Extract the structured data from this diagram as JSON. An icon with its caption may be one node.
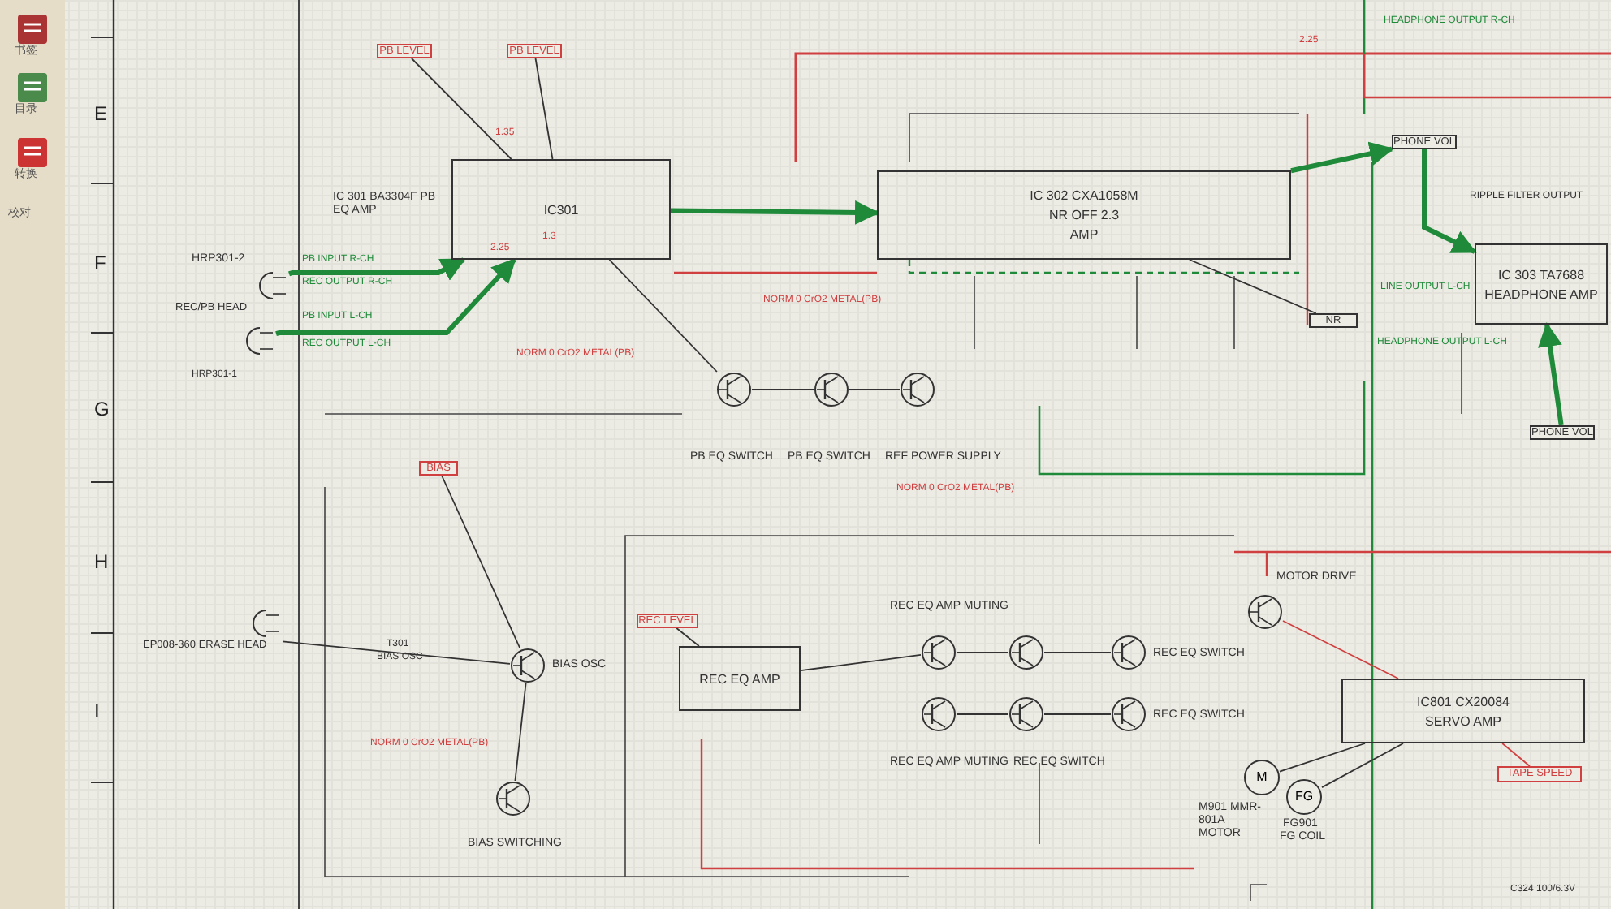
{
  "diagram": {
    "nodes": [
      {
        "text": [
          "PB LEVEL"
        ]
      },
      {
        "text": [
          "PB LEVEL"
        ]
      },
      {
        "text": [
          "IC301"
        ],
        "beside": [
          "IC 301 BA3304F PB EQ AMP"
        ]
      },
      {
        "text": [
          "IC 302 CXA1058M",
          "NR OFF 2.3",
          "AMP"
        ]
      },
      {
        "text": [
          "IC 303 TA7688",
          "HEADPHONE AMP"
        ]
      },
      {
        "text": [
          "REC/PB HEAD"
        ],
        "beside": [
          "HRP301-2"
        ]
      },
      {
        "text": [],
        "shape": "picture"
      },
      {
        "text": [
          "EP008-360 ERASE HEAD"
        ]
      },
      {
        "text": [
          "PB EQ SWITCH"
        ]
      },
      {
        "text": [
          "PB EQ SWITCH"
        ]
      },
      {
        "text": [
          "REF POWER SUPPLY"
        ]
      },
      {
        "text": [
          "BIAS OSC"
        ]
      },
      {
        "text": [
          "BIAS SWITCHING"
        ]
      },
      {
        "text": [
          "REC EQ AMP"
        ]
      },
      {
        "text": [
          "REC EQ AMP MUTING"
        ]
      },
      {
        "text": [
          "REC EQ AMP MUTING"
        ]
      },
      {
        "text": [],
        "shape": "circle"
      },
      {
        "text": [
          "REC EQ SWITCH"
        ]
      },
      {
        "text": [
          "REC EQ SWITCH"
        ]
      },
      {
        "text": [
          "REC EQ SWITCH"
        ]
      },
      {
        "text": [
          "MOTOR DRIVE"
        ]
      },
      {
        "text": [
          "IC801 CX20084",
          "SERVO AMP"
        ]
      },
      {
        "text": [
          "M"
        ],
        "beside": [
          "M901 MMR-801A MOTOR"
        ]
      },
      {
        "text": [
          "FG"
        ],
        "beside": [
          "FG901",
          "FG COIL"
        ]
      },
      {
        "text": [
          "TAPE SPEED"
        ]
      },
      {
        "text": [
          "PHONE VOL"
        ]
      },
      {
        "text": [
          "PHONE VOL"
        ]
      },
      {
        "text": [
          "NR"
        ]
      },
      {
        "text": [
          "BIAS"
        ]
      },
      {
        "text": [
          "REC LEVEL"
        ]
      }
    ],
    "edges": [
      {
        "from": 5,
        "to": 2,
        "arrow": "to",
        "style": "thick",
        "color": "#1f8a3a"
      },
      {
        "from": 2,
        "to": 3,
        "arrow": "to",
        "style": "thick",
        "color": "#1f8a3a"
      },
      {
        "from": 3,
        "to": 25,
        "arrow": "to",
        "style": "thick",
        "color": "#1f8a3a"
      },
      {
        "from": 25,
        "to": 4,
        "arrow": "to",
        "style": "thick",
        "color": "#1f8a3a"
      },
      {
        "from": 26,
        "to": 4,
        "arrow": "to",
        "style": "thick",
        "color": "#1f8a3a"
      },
      {
        "from": 27,
        "to": 3,
        "arrow": "none"
      },
      {
        "from": 6,
        "to": 2,
        "arrow": "to",
        "style": "thick",
        "color": "#1f8a3a"
      },
      {
        "from": 7,
        "to": 11,
        "arrow": "none"
      },
      {
        "from": 11,
        "to": 12,
        "arrow": "none"
      },
      {
        "from": 2,
        "to": 8,
        "arrow": "none"
      },
      {
        "from": 8,
        "to": 9,
        "arrow": "none"
      },
      {
        "from": 9,
        "to": 10,
        "arrow": "none"
      },
      {
        "from": 13,
        "to": 14,
        "arrow": "none"
      },
      {
        "from": 14,
        "to": 16,
        "arrow": "none"
      },
      {
        "from": 16,
        "to": 18,
        "arrow": "none"
      },
      {
        "from": 15,
        "to": 17,
        "arrow": "none"
      },
      {
        "from": 17,
        "to": 19,
        "arrow": "none"
      },
      {
        "from": 20,
        "to": 21,
        "arrow": "none",
        "color": "#d04040"
      },
      {
        "from": 22,
        "to": 21,
        "arrow": "none"
      },
      {
        "from": 23,
        "to": 21,
        "arrow": "none"
      },
      {
        "from": 24,
        "to": 21,
        "arrow": "none",
        "color": "#d04040"
      },
      {
        "from": 28,
        "to": 11,
        "arrow": "none"
      },
      {
        "from": 29,
        "to": 13,
        "arrow": "none"
      },
      {
        "from": 0,
        "to": 2,
        "arrow": "none"
      },
      {
        "from": 1,
        "to": 2,
        "arrow": "none"
      }
    ],
    "labels": [
      "书签",
      "目录",
      "转换",
      "校对",
      "E",
      "F",
      "G",
      "H",
      "I",
      "1.35",
      "1.3",
      "2.25",
      "2.25",
      "PB INPUT R-CH",
      "REC OUTPUT R-CH",
      "PB INPUT L-CH",
      "REC OUTPUT L-CH",
      "HRP301-1",
      "NORM 0 CrO2 METAL(PB)",
      "NORM 0 CrO2 METAL(PB)",
      "NORM 0 CrO2 METAL(PB)",
      "HEADPHONE OUTPUT R-CH",
      "LINE OUTPUT L-CH",
      "HEADPHONE OUTPUT L-CH",
      "RIPPLE FILTER OUTPUT",
      "T301",
      "BIAS OSC",
      "NORM 0 CrO2 METAL(PB)",
      "C324 100/6.3V"
    ]
  }
}
